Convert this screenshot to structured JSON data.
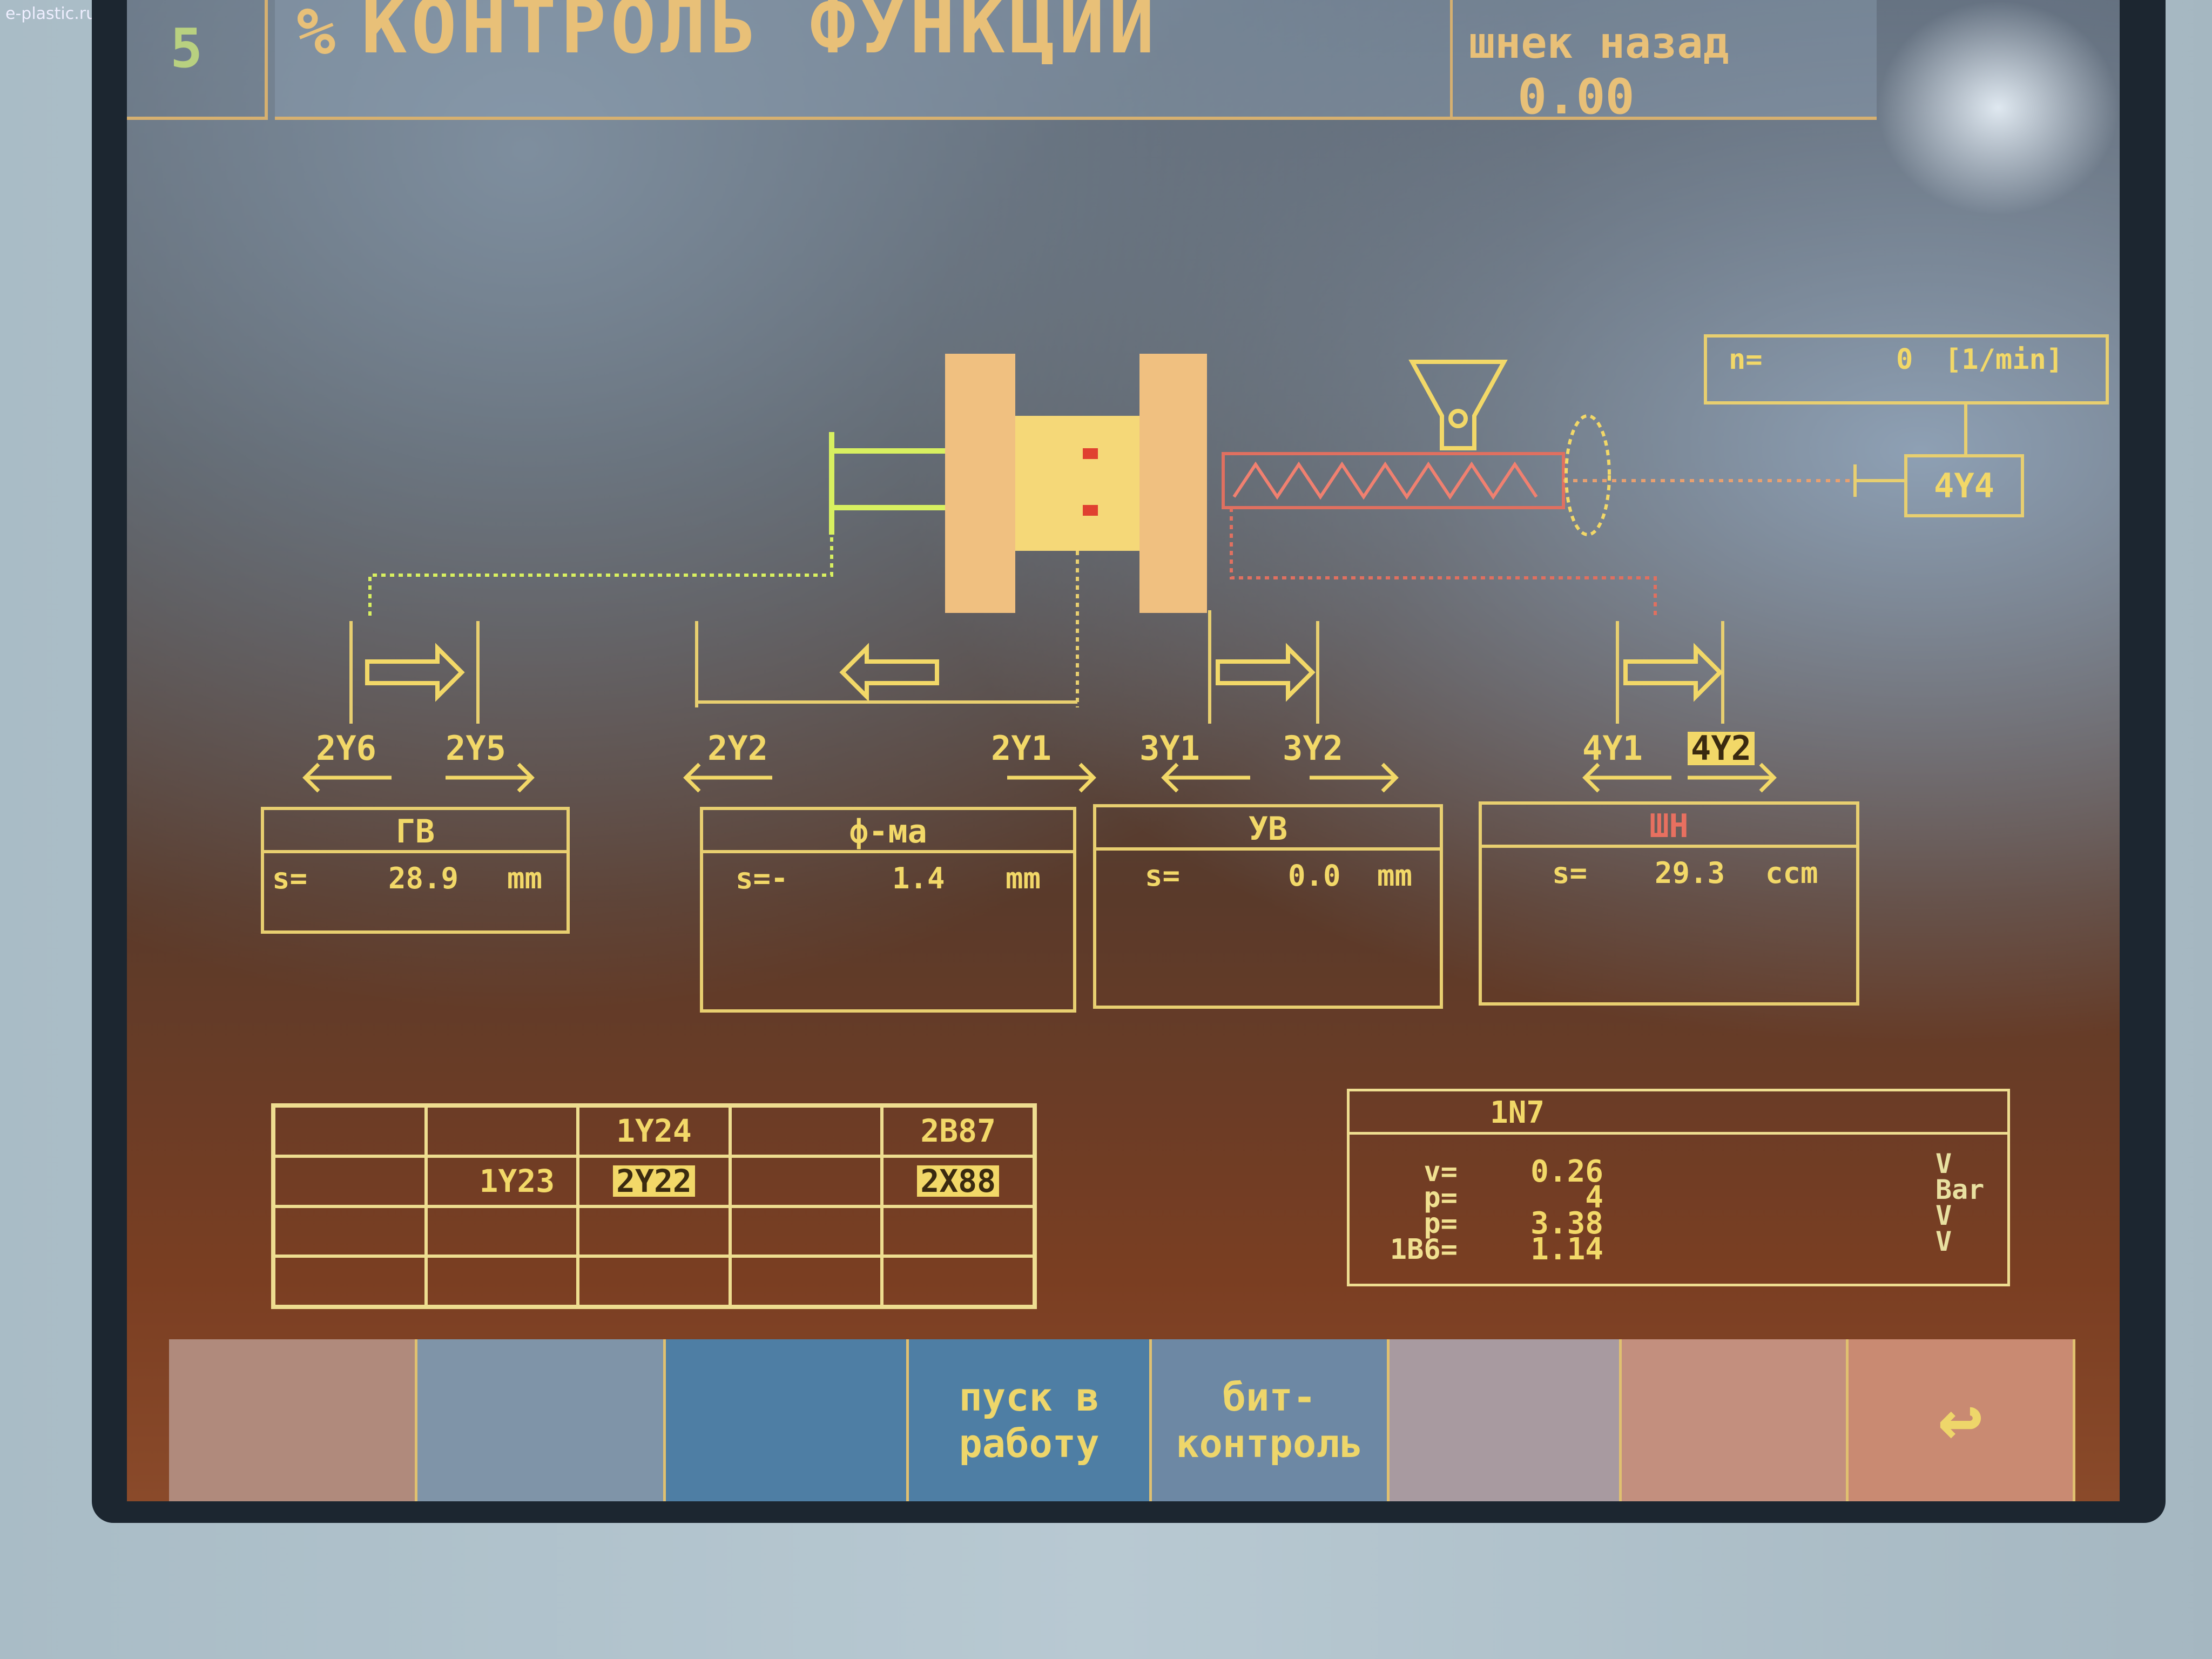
{
  "watermark": "e-plastic.ru",
  "header": {
    "page_num": "5",
    "title_prefix": "%",
    "title": "КОНТРОЛЬ ФУНКЦИЙ",
    "screw_back_label": "шнек назад",
    "screw_back_value": "0.00"
  },
  "rpm": {
    "label": "n=",
    "value": "0",
    "unit": "[1/min]"
  },
  "valve_4y4": "4Y4",
  "valves": {
    "v2y6": "2Y6",
    "v2y5": "2Y5",
    "v2y2": "2Y2",
    "v2y1": "2Y1",
    "v3y1": "3Y1",
    "v3y2": "3Y2",
    "v4y1": "4Y1",
    "v4y2": "4Y2"
  },
  "boxes": [
    {
      "title": "ГВ",
      "label": "s=",
      "value": "28.9",
      "unit": "mm"
    },
    {
      "title": "ф-ма",
      "label": "s=-",
      "value": "1.4",
      "unit": "mm"
    },
    {
      "title": "УВ",
      "label": "s=",
      "value": "0.0",
      "unit": "mm"
    },
    {
      "title": "ШН",
      "label": "s=",
      "value": "29.3",
      "unit": "ccm"
    }
  ],
  "table": {
    "r0c2": "1Y24",
    "r0c4": "2B87",
    "r1c1": "1Y23",
    "r1c2": "2Y22",
    "r1c4": "2X88"
  },
  "sensor": {
    "title": "1N7",
    "rows": [
      {
        "label": "v=",
        "value": "0.26",
        "unit": "V"
      },
      {
        "label": "p=",
        "value": "4",
        "unit": "Bar"
      },
      {
        "label": "p=",
        "value": "3.38",
        "unit": "V"
      },
      {
        "label": "1B6=",
        "value": "1.14",
        "unit": "V"
      }
    ]
  },
  "softkeys": [
    "",
    "",
    "",
    "пуск в работу",
    "бит-контроль",
    "",
    "",
    "↩"
  ],
  "colors": {
    "line": "#e8cf70",
    "text": "#f2d868",
    "alarm": "#e06050",
    "key_blue": "#4e7ea4",
    "key_salmon": "#c98a72"
  }
}
